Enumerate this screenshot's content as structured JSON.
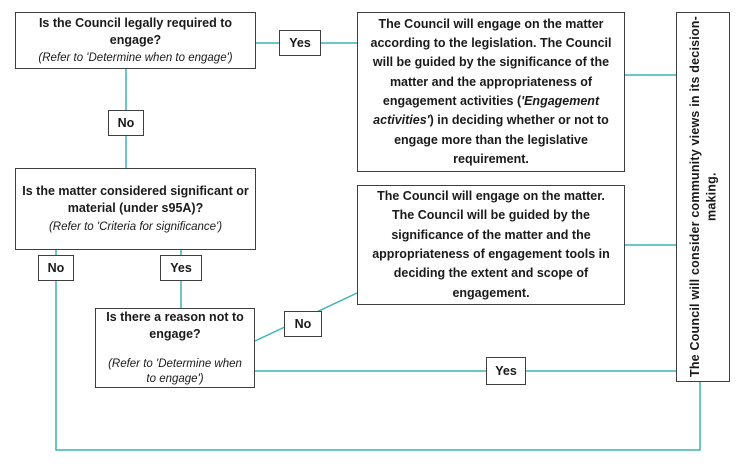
{
  "colors": {
    "wire": "#3cb4b4",
    "border": "#3f3f3f",
    "text": "#1a1a1a",
    "background": "#ffffff"
  },
  "nodes": {
    "q1": {
      "title": "Is the Council legally required to engage?",
      "ref": "(Refer to 'Determine when to engage')"
    },
    "q2": {
      "title": "Is the matter considered significant or material (under s95A)?",
      "ref": "(Refer to 'Criteria for significance')"
    },
    "q3": {
      "title": "Is there a reason not to engage?",
      "ref": "(Refer to 'Determine when to engage')"
    },
    "outcome1": {
      "pre": "The Council will engage on the matter according to the legislation. The Council will be guided by the significance of the matter and the appropriateness of engagement activities (",
      "italic": "'Engagement activities'",
      "post": ") in deciding whether or not to engage more than the legislative requirement."
    },
    "outcome2": {
      "text": "The Council will engage on the matter. The Council will be guided by the significance of the matter and the appropriateness of engagement tools in deciding the extent and scope of engagement."
    },
    "sidebar": {
      "text": "The Council will consider community views in its decision-making."
    },
    "labels": {
      "yes1": "Yes",
      "no1": "No",
      "no2": "No",
      "yes2": "Yes",
      "no3": "No",
      "yes3": "Yes"
    }
  }
}
